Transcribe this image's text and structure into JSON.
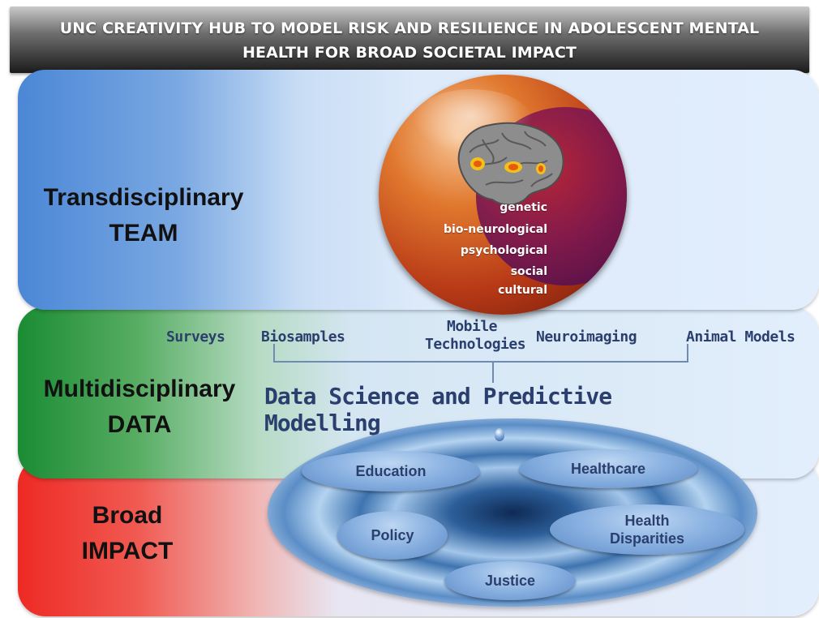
{
  "header": {
    "line1": "UNC CREATIVITY HUB TO MODEL RISK AND RESILIENCE IN ADOLESCENT MENTAL",
    "line2": "HEALTH FOR  BROAD SOCIETAL IMPACT"
  },
  "bands": {
    "team": {
      "line1": "Transdisciplinary",
      "line2": "TEAM",
      "color": "#4b87d6"
    },
    "data": {
      "line1": "Multidisciplinary",
      "line2": "DATA",
      "color": "#1a8c34"
    },
    "impact": {
      "line1": "Broad",
      "line2": "IMPACT",
      "color": "#ee2a24"
    }
  },
  "sphere": {
    "layers": [
      "genetic",
      "bio-neurological",
      "psychological",
      "social",
      "cultural"
    ]
  },
  "data_sources": {
    "surveys": "Surveys",
    "biosamples": "Biosamples",
    "mobile_line1": "Mobile",
    "mobile_line2": "Technologies",
    "neuroimaging": "Neuroimaging",
    "animal_models": "Animal Models"
  },
  "modelling": "Data Science and Predictive Modelling",
  "impact_areas": {
    "education": "Education",
    "healthcare": "Healthcare",
    "policy": "Policy",
    "health_disparities_line1": "Health",
    "health_disparities_line2": "Disparities",
    "justice": "Justice"
  },
  "colors": {
    "label_text": "#2b3f6e",
    "pill_fill": "#8cb3e2",
    "sphere": "#e0782e"
  },
  "icons": [
    "brain-icon",
    "water-drop-icon",
    "ripple-icon"
  ]
}
